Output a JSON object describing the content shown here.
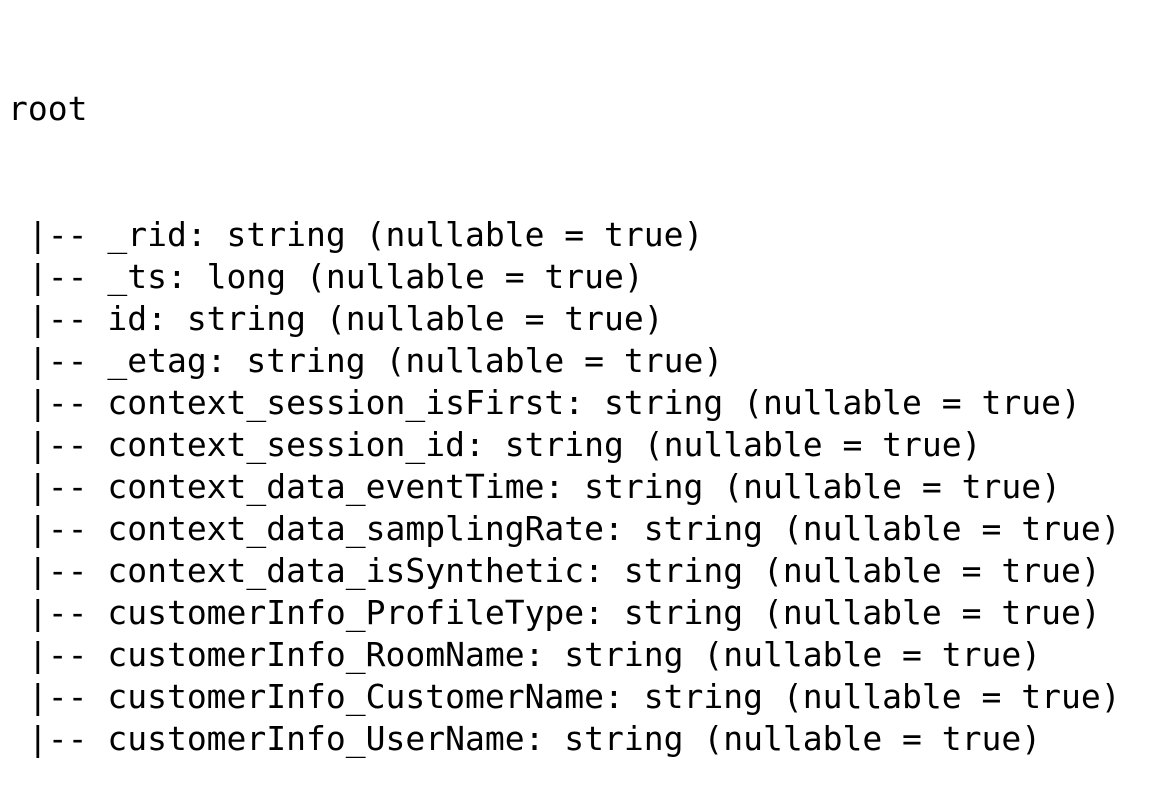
{
  "schema": {
    "root": "root",
    "branch": " |-- ",
    "fields": [
      {
        "text": "_rid: string (nullable = true)"
      },
      {
        "text": "_ts: long (nullable = true)"
      },
      {
        "text": "id: string (nullable = true)"
      },
      {
        "text": "_etag: string (nullable = true)"
      },
      {
        "text": "context_session_isFirst: string (nullable = true)"
      },
      {
        "text": "context_session_id: string (nullable = true)"
      },
      {
        "text": "context_data_eventTime: string (nullable = true)"
      },
      {
        "text": "context_data_samplingRate: string (nullable = true)"
      },
      {
        "text": "context_data_isSynthetic: string (nullable = true)"
      },
      {
        "text": "customerInfo_ProfileType: string (nullable = true)"
      },
      {
        "text": "customerInfo_RoomName: string (nullable = true)"
      },
      {
        "text": "customerInfo_CustomerName: string (nullable = true)"
      },
      {
        "text": "customerInfo_UserName: string (nullable = true)"
      }
    ]
  }
}
